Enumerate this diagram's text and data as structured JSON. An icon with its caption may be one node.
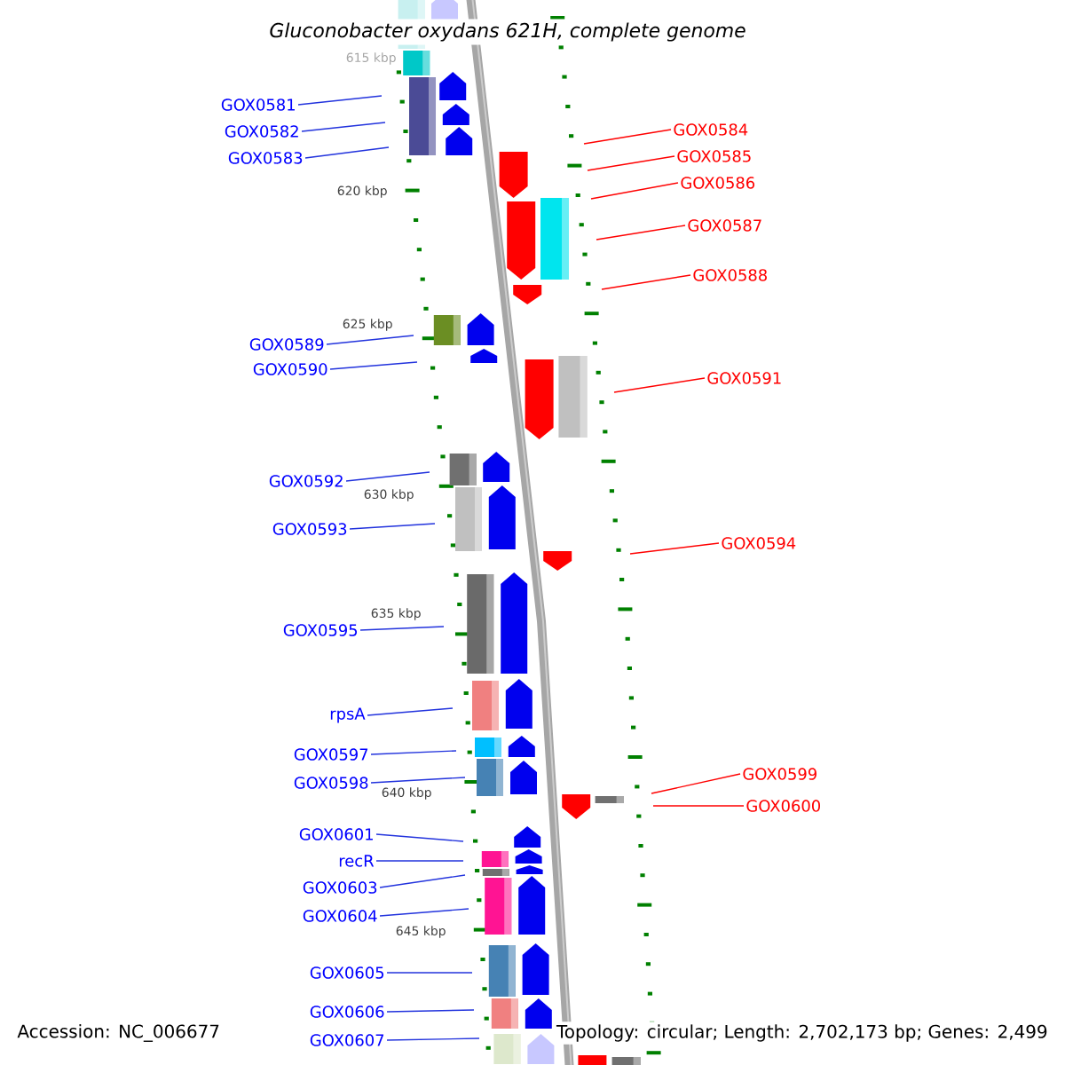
{
  "diagram": {
    "title": "Gluconobacter oxydans 621H, complete genome",
    "nodes": [
      {
        "text": [
          "GOX0581"
        ]
      },
      {
        "text": [
          "GOX0582"
        ]
      },
      {
        "text": [
          "GOX0583"
        ]
      },
      {
        "text": [
          "GOX0584"
        ]
      },
      {
        "text": [
          "GOX0585"
        ]
      },
      {
        "text": [
          "GOX0586"
        ]
      },
      {
        "text": [
          "GOX0587"
        ]
      },
      {
        "text": [
          "GOX0588"
        ]
      },
      {
        "text": [
          "GOX0589"
        ]
      },
      {
        "text": [
          "GOX0590"
        ]
      },
      {
        "text": [
          "GOX0591"
        ]
      },
      {
        "text": [
          "GOX0592"
        ]
      },
      {
        "text": [
          "GOX0593"
        ]
      },
      {
        "text": [
          "GOX0594"
        ]
      },
      {
        "text": [
          "GOX0595"
        ]
      },
      {
        "text": [
          "rpsA"
        ]
      },
      {
        "text": [
          "GOX0597"
        ]
      },
      {
        "text": [
          "GOX0598"
        ]
      },
      {
        "text": [
          "GOX0599"
        ]
      },
      {
        "text": [
          "GOX0600"
        ]
      },
      {
        "text": [
          "GOX0601"
        ]
      },
      {
        "text": [
          "recR"
        ]
      },
      {
        "text": [
          "GOX0603"
        ]
      },
      {
        "text": [
          "GOX0604"
        ]
      },
      {
        "text": [
          "GOX0605"
        ]
      },
      {
        "text": [
          "GOX0606"
        ]
      },
      {
        "text": [
          "GOX0607"
        ]
      }
    ],
    "edges": [
      {
        "from": 0,
        "to": null,
        "arrow": "none"
      },
      {
        "from": 1,
        "to": null,
        "arrow": "none"
      },
      {
        "from": 2,
        "to": null,
        "arrow": "none"
      },
      {
        "from": 3,
        "to": null,
        "arrow": "none",
        "color": "#ff0000"
      },
      {
        "from": 4,
        "to": null,
        "arrow": "none",
        "color": "#ff0000"
      },
      {
        "from": 5,
        "to": null,
        "arrow": "none",
        "color": "#ff0000"
      },
      {
        "from": 6,
        "to": null,
        "arrow": "none",
        "color": "#ff0000"
      },
      {
        "from": 7,
        "to": null,
        "arrow": "none",
        "color": "#ff0000"
      },
      {
        "from": 8,
        "to": null,
        "arrow": "none"
      },
      {
        "from": 9,
        "to": null,
        "arrow": "none"
      },
      {
        "from": 10,
        "to": null,
        "arrow": "none",
        "color": "#ff0000"
      },
      {
        "from": 11,
        "to": null,
        "arrow": "none"
      },
      {
        "from": 12,
        "to": null,
        "arrow": "none"
      },
      {
        "from": 13,
        "to": null,
        "arrow": "none",
        "color": "#ff0000"
      },
      {
        "from": 14,
        "to": null,
        "arrow": "none"
      },
      {
        "from": 15,
        "to": null,
        "arrow": "none"
      },
      {
        "from": 16,
        "to": null,
        "arrow": "none"
      },
      {
        "from": 17,
        "to": null,
        "arrow": "none"
      },
      {
        "from": 18,
        "to": null,
        "arrow": "none",
        "color": "#ff0000"
      },
      {
        "from": 19,
        "to": null,
        "arrow": "none",
        "color": "#ff0000"
      },
      {
        "from": 20,
        "to": null,
        "arrow": "none"
      },
      {
        "from": 21,
        "to": null,
        "arrow": "none"
      },
      {
        "from": 22,
        "to": null,
        "arrow": "none"
      },
      {
        "from": 23,
        "to": null,
        "arrow": "none"
      },
      {
        "from": 24,
        "to": null,
        "arrow": "none"
      },
      {
        "from": 25,
        "to": null,
        "arrow": "none"
      },
      {
        "from": 26,
        "to": null,
        "arrow": "none"
      }
    ],
    "labels": [
      "615 kbp",
      "620 kbp",
      "625 kbp",
      "630 kbp",
      "635 kbp",
      "640 kbp",
      "645 kbp",
      "Accession: NC_006677",
      "Topology: circular; Length: 2,702,173 bp; Genes: 2,499"
    ]
  }
}
